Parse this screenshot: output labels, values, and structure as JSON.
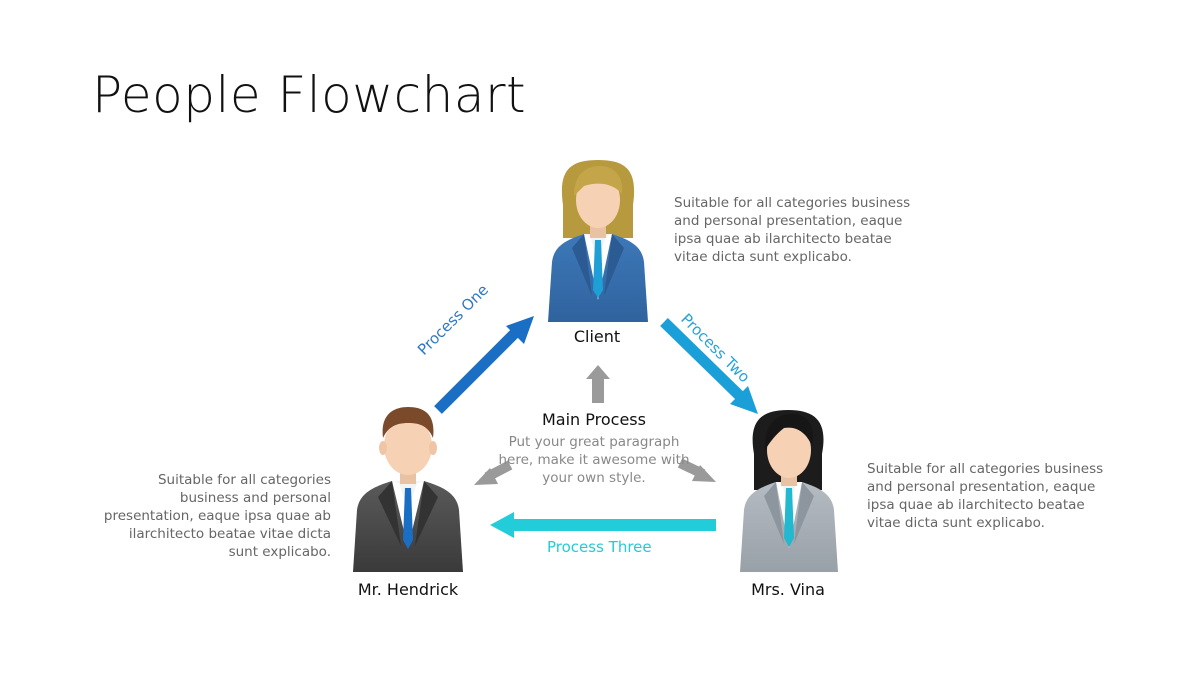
{
  "title": "People Flowchart",
  "people": {
    "client": {
      "name": "Client",
      "description": "Suitable for all categories business and personal presentation, eaque ipsa quae ab ilarchitecto beatae vitae dicta sunt explicabo."
    },
    "hendrick": {
      "name": "Mr. Hendrick",
      "description": "Suitable for all categories business and personal presentation, eaque ipsa quae ab ilarchitecto beatae vitae dicta sunt explicabo."
    },
    "vina": {
      "name": "Mrs. Vina",
      "description": "Suitable for all categories business and personal presentation, eaque ipsa quae ab ilarchitecto beatae vitae dicta sunt explicabo."
    }
  },
  "center": {
    "title": "Main Process",
    "paragraph": "Put your great paragraph here, make it awesome with your own style."
  },
  "processes": {
    "one": "Process One",
    "two": "Process Two",
    "three": "Process Three"
  },
  "colors": {
    "process_one": "#1a6fc4",
    "process_two": "#1a9fd8",
    "process_three": "#22ccd8",
    "center_arrows": "#9a9a9a"
  }
}
